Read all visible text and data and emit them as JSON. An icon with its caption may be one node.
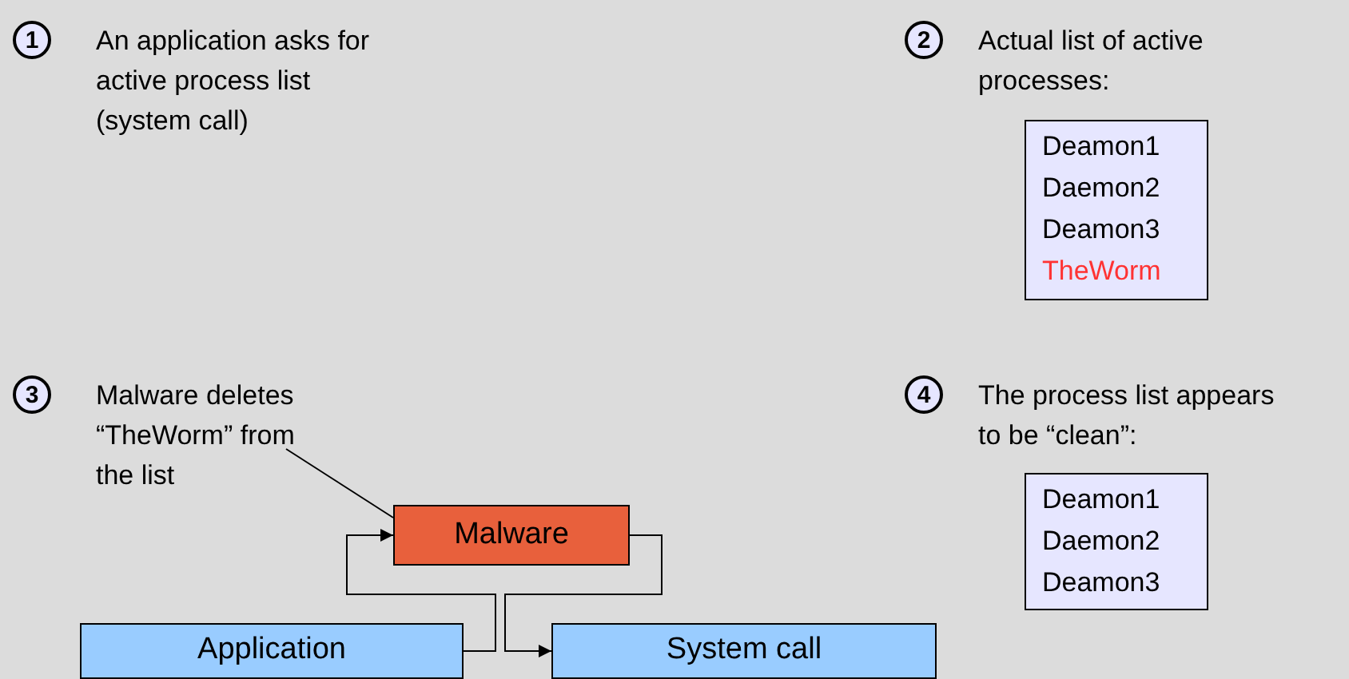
{
  "diagram": {
    "nodes": [
      {
        "text": [
          "1"
        ]
      },
      {
        "text": [
          "An application asks for active process list (system call)"
        ]
      },
      {
        "text": [
          "2"
        ]
      },
      {
        "text": [
          "Actual list of active processes:"
        ]
      },
      {
        "text": [
          "Deamon1",
          "Daemon2",
          "Deamon3",
          "TheWorm"
        ]
      },
      {
        "text": [
          "3"
        ]
      },
      {
        "text": [
          "Malware deletes “TheWorm” from the list"
        ]
      },
      {
        "text": [
          "Malware"
        ]
      },
      {
        "text": [
          "Application"
        ]
      },
      {
        "text": [
          "System call"
        ]
      },
      {
        "text": [
          "4"
        ]
      },
      {
        "text": [
          "The process list appears to be “clean”:"
        ]
      },
      {
        "text": [
          "Deamon1",
          "Daemon2",
          "Deamon3"
        ]
      }
    ],
    "edges": [
      {
        "from": 6,
        "to": 7,
        "arrow": "none"
      },
      {
        "from": 8,
        "to": 7,
        "arrow": "to"
      },
      {
        "from": 7,
        "to": 9,
        "arrow": "to"
      }
    ]
  }
}
